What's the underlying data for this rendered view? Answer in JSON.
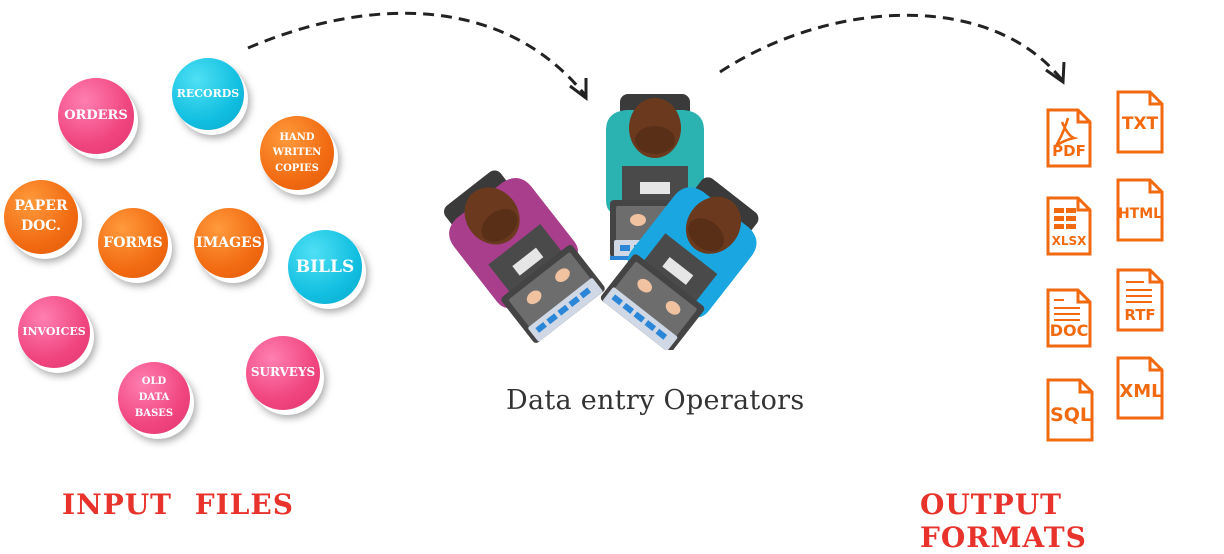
{
  "input_files": [
    {
      "id": "orders",
      "lines": [
        "ORDERS"
      ],
      "color": "pink"
    },
    {
      "id": "records",
      "lines": [
        "RECORDS"
      ],
      "color": "cyan"
    },
    {
      "id": "hand-written-copies",
      "lines": [
        "HAND",
        "WRITEN",
        "COPIES"
      ],
      "color": "orange"
    },
    {
      "id": "paper-doc",
      "lines": [
        "PAPER",
        "DOC."
      ],
      "color": "orange"
    },
    {
      "id": "forms",
      "lines": [
        "FORMS"
      ],
      "color": "orange"
    },
    {
      "id": "images",
      "lines": [
        "IMAGES"
      ],
      "color": "orange"
    },
    {
      "id": "bills",
      "lines": [
        "BILLS"
      ],
      "color": "cyan"
    },
    {
      "id": "invoices",
      "lines": [
        "INVOICES"
      ],
      "color": "pink"
    },
    {
      "id": "old-data-bases",
      "lines": [
        "OLD",
        "DATA",
        "BASES"
      ],
      "color": "pink"
    },
    {
      "id": "surveys",
      "lines": [
        "SURVEYS"
      ],
      "color": "pink"
    }
  ],
  "caption": "Data entry Operators",
  "input_title": "INPUT FILES",
  "output_title": "OUTPUT FORMATS",
  "output_formats": [
    "PDF",
    "TXT",
    "XLSX",
    "HTML",
    "DOC",
    "RTF",
    "SQL",
    "XML"
  ],
  "colors": {
    "pink": "#f0457f",
    "orange": "#f26b12",
    "cyan": "#12bfe0",
    "title_red": "#e8322c",
    "icon_orange": "#f26a10"
  }
}
